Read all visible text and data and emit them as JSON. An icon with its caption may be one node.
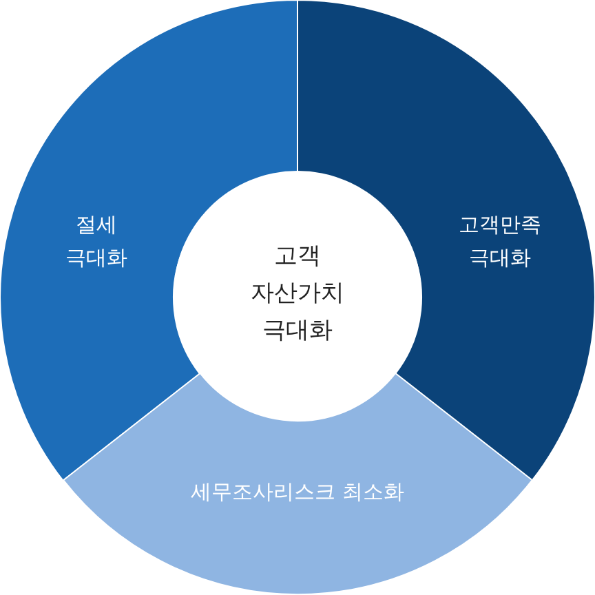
{
  "diagram": {
    "nodes": [
      {
        "text": [
          "절세 극대화"
        ]
      },
      {
        "text": [
          "고객 자산가치 극대화"
        ]
      },
      {
        "text": [
          "고객만족 극대화"
        ]
      },
      {
        "text": [
          "세무조사리스크 최소화"
        ]
      }
    ]
  }
}
